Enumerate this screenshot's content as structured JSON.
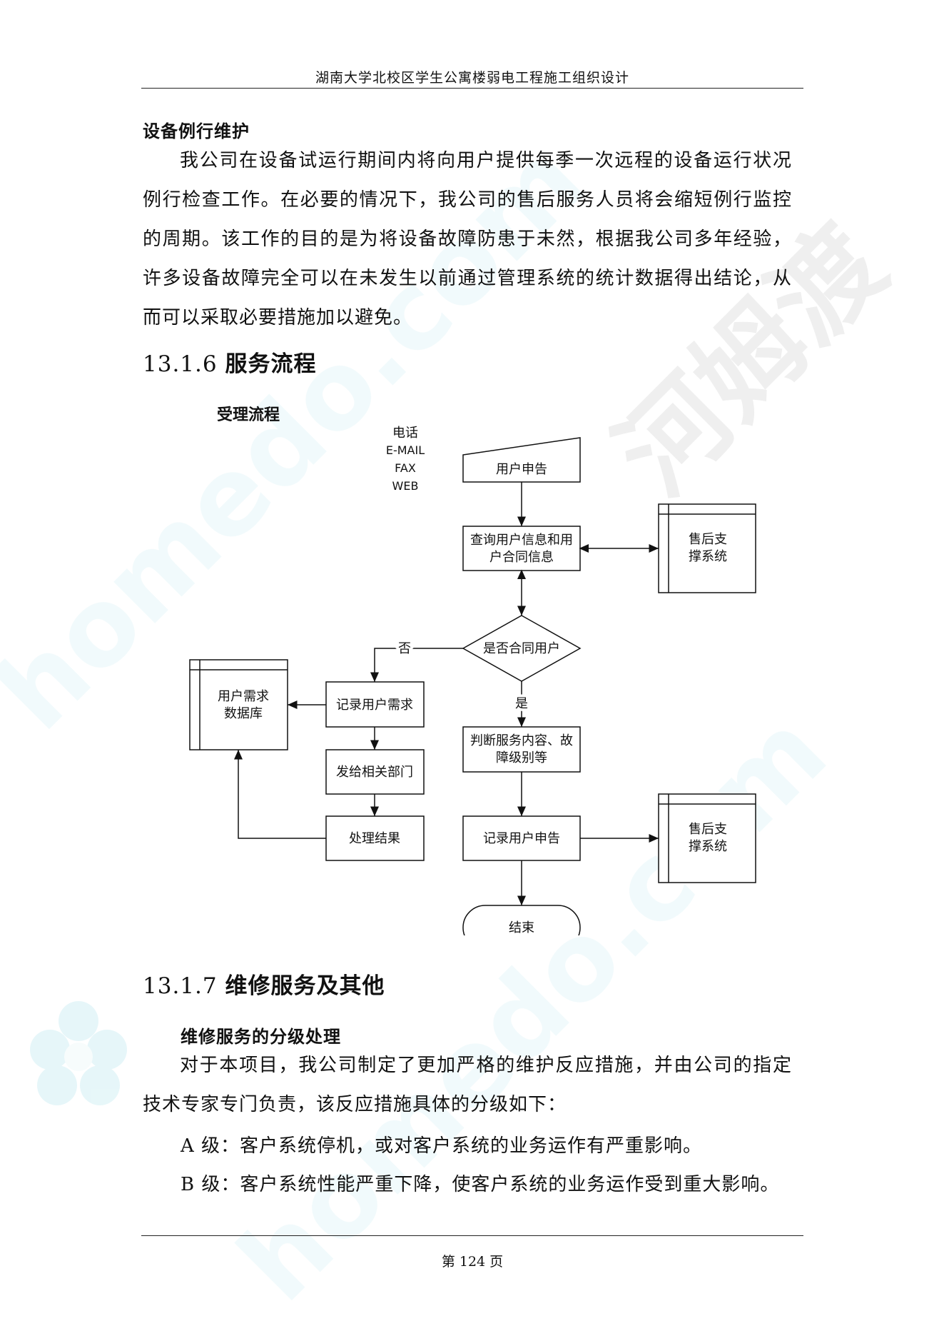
{
  "header": {
    "title": "湖南大学北校区学生公寓楼弱电工程施工组织设计"
  },
  "section_maintenance": {
    "title": "设备例行维护",
    "paragraph": "我公司在设备试运行期间内将向用户提供每季一次远程的设备运行状况例行检查工作。在必要的情况下，我公司的售后服务人员将会缩短例行监控的周期。该工作的目的是为将设备故障防患于未然，根据我公司多年经验，许多设备故障完全可以在未发生以前通过管理系统的统计数据得出结论，从而可以采取必要措施加以避免。"
  },
  "heading_1316": {
    "number": "13.1.6",
    "name": "服务流程"
  },
  "flowchart": {
    "caption": "受理流程",
    "channels": [
      "电话",
      "E-MAIL",
      "FAX",
      "WEB"
    ],
    "nodes": {
      "user_report": "用户申告",
      "query_line1": "查询用户信息和用",
      "query_line2": "户合同信息",
      "support1_line1": "售后支",
      "support1_line2": "撑系统",
      "decision": "是否合同用户",
      "no_label": "否",
      "yes_label": "是",
      "record_need": "记录用户需求",
      "db_line1": "用户需求",
      "db_line2": "数据库",
      "send_dept": "发给相关部门",
      "result": "处理结果",
      "judge_line1": "判断服务内容、故",
      "judge_line2": "障级别等",
      "record_report": "记录用户申告",
      "support2_line1": "售后支",
      "support2_line2": "撑系统",
      "end": "结束"
    }
  },
  "heading_1317": {
    "number": "13.1.7",
    "name": "维修服务及其他"
  },
  "section_grading": {
    "title": "维修服务的分级处理",
    "paragraph": "对于本项目，我公司制定了更加严格的维护反应措施，并由公司的指定技术专家专门负责，该反应措施具体的分级如下：",
    "level_a": "A 级：客户系统停机，或对客户系统的业务运作有严重影响。",
    "level_b": "B 级：客户系统性能严重下降，使客户系统的业务运作受到重大影响。"
  },
  "footer": {
    "page": "第 124 页"
  },
  "watermark": {
    "text_latin": "homedo.com",
    "text_cn": "河姆渡"
  }
}
